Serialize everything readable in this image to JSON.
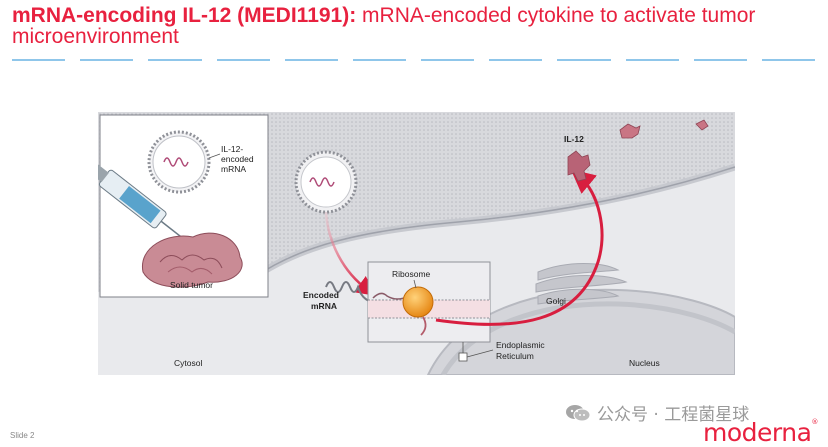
{
  "slide": {
    "title_bold": "mRNA-encoding IL-12 (MEDI1191):",
    "title_rest": " mRNA-encoded cytokine to activate tumor microenvironment",
    "slide_number": "Slide 2",
    "watermark": "公众号 · 工程菌星球",
    "brand": "moderna",
    "brand_mark": "®"
  },
  "figure": {
    "inset_label_mrna": [
      "IL-12-",
      "encoded",
      "mRNA"
    ],
    "inset_label_tumor": "Solid tumor",
    "il12_label": "IL-12",
    "ribosome_label": "Ribosome",
    "encoded_label": [
      "Encoded",
      "mRNA"
    ],
    "golgi_label": "Golgi",
    "er_label": [
      "Endoplasmic",
      "Reticulum"
    ],
    "cytosol_label": "Cytosol",
    "nucleus_label": "Nucleus"
  },
  "colors": {
    "accent": "#e8213f",
    "rule": "#8fc6ea",
    "arrow": "#d81e3f",
    "ribosome": "#f39a1e"
  }
}
